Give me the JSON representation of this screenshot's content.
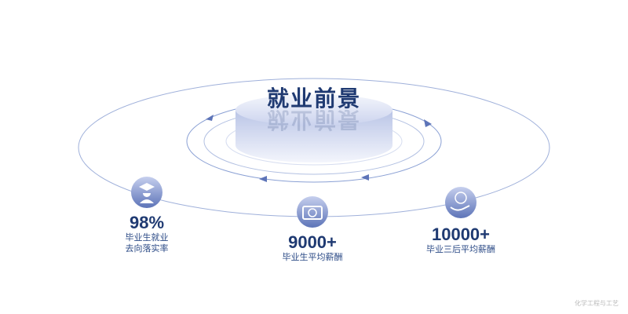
{
  "title": "就业前景",
  "stats": [
    {
      "value": "98%",
      "label_lines": [
        "毕业生就业",
        "去向落实率"
      ],
      "icon": "graduate-icon"
    },
    {
      "value": "9000+",
      "label_lines": [
        "毕业生平均薪酬"
      ],
      "icon": "briefcase-yuan-icon"
    },
    {
      "value": "10000+",
      "label_lines": [
        "毕业三后平均薪酬"
      ],
      "icon": "hand-yuan-icon"
    }
  ],
  "watermark": "化学工程与工艺",
  "colors": {
    "primary": "#1f3a72",
    "accent": "#5d74b8"
  }
}
